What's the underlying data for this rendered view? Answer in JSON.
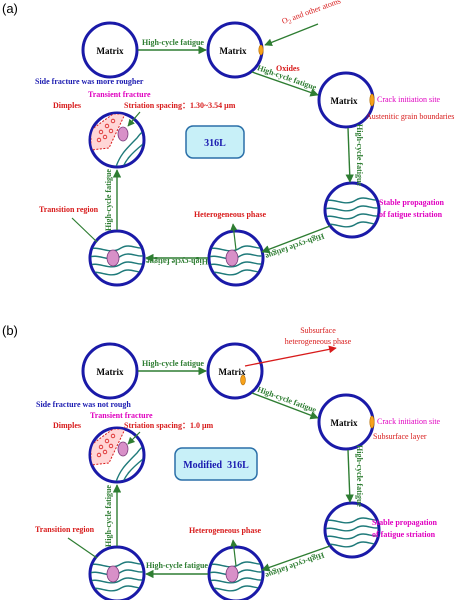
{
  "panels": [
    {
      "label": "(a)",
      "center_box": "316L",
      "matrix1": "Matrix",
      "matrix2": "Matrix",
      "matrix3": "Matrix",
      "arrow_top": "High-cycle fatigue",
      "arrow_diag": "High-cycle fatigue",
      "arrow_right": "High-cycle fatigue",
      "arrow_bottom_right": "High-cycle fatigue",
      "arrow_bottom": "High-cycle fatigue",
      "arrow_left": "High-cycle fatigue",
      "o2_line1": "O",
      "o2_sub": "2",
      "o2_rest": " and other atoms",
      "oxides": "Oxides",
      "crack_initiation": "Crack initiation site",
      "sub_label": "Austenitic grain boundaries",
      "stable_line1": "Stable propagation",
      "stable_line2": "of fatigue striation",
      "heterogeneous": "Heterogeneous phase",
      "transition": "Transition region",
      "side_fracture": "Side fracture was more rougher",
      "transient": "Transient fracture",
      "dimples": "Dimples",
      "striation": "Striation spacing：1.30~3.54 μm"
    },
    {
      "label": "(b)",
      "center_box": "Modified  316L",
      "matrix1": "Matrix",
      "matrix2": "Matrix",
      "matrix3": "Matrix",
      "arrow_top": "High-cycle fatigue",
      "arrow_diag": "High-cycle fatigue",
      "arrow_right": "High-cycle fatigue",
      "arrow_bottom_right": "High-cycle fatigue",
      "arrow_bottom": "High-cycle fatigue",
      "arrow_left": "High-cycle fatigue",
      "subsurface_line1": "Subsurface",
      "subsurface_line2": "heterogeneous phase",
      "crack_initiation": "Crack initiation site",
      "sub_label": "Subsurface layer",
      "stable_line1": "Stable propagation",
      "stable_line2": "of fatigue striation",
      "heterogeneous": "Heterogeneous phase",
      "transition": "Transition region",
      "side_fracture": "Side fracture was not rough",
      "transient": "Transient fracture",
      "dimples": "Dimples",
      "striation": "Striation spacing：1.0 μm"
    }
  ],
  "colors": {
    "arrow": "#2e7d32",
    "circle": "#1a1aa8",
    "red": "#d81b1b",
    "magenta": "#e000c0",
    "navy": "#1a1ab0",
    "box_fill": "#c8f0f8",
    "box_stroke": "#2a6fa8",
    "pink": "#d890c8",
    "orange": "#f7a21b",
    "stripe": "#1f7a7a"
  }
}
